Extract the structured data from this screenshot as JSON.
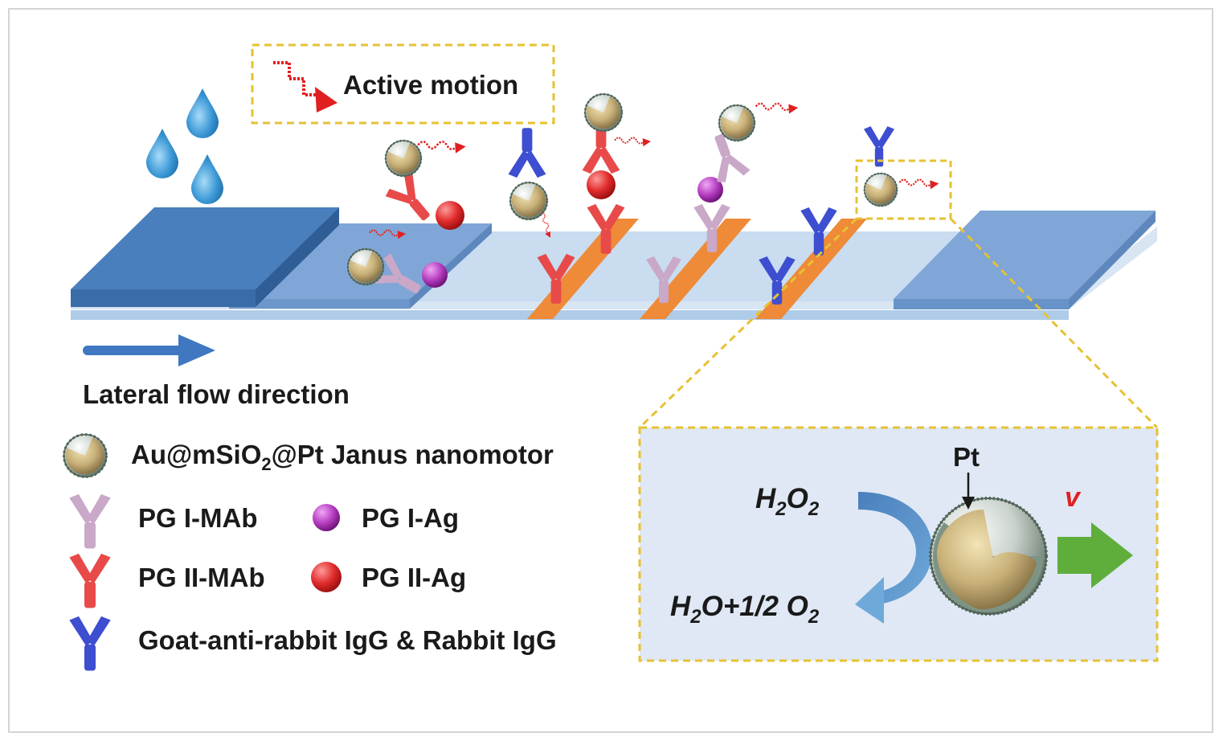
{
  "labels": {
    "active_motion": "Active motion",
    "flow_direction": "Lateral flow direction",
    "pt": "Pt",
    "velocity": "v"
  },
  "legend": {
    "nanomotor": {
      "prefix": "Au@mSiO",
      "sub": "2",
      "suffix": "@Pt Janus nanomotor"
    },
    "pg1_mab": "PG I-MAb",
    "pg1_ag": "PG I-Ag",
    "pg2_mab": "PG II-MAb",
    "pg2_ag": "PG II-Ag",
    "igg": "Goat-anti-rabbit IgG & Rabbit IgG"
  },
  "reaction": {
    "reactant": {
      "a": "H",
      "b": "2",
      "c": "O",
      "d": "2"
    },
    "product": {
      "a": "H",
      "b": "2",
      "c": "O+1/2 O",
      "d": "2"
    }
  },
  "colors": {
    "pad_dark": "#4a7fbd",
    "pad_light": "#7fa6d6",
    "membrane": "#c9dcf0",
    "test_line": "#ee8a38",
    "pg1_color": "#c9a8c8",
    "pg2_color": "#e84a4a",
    "igg_color": "#3e4ed0",
    "pg1_ag_color": "#b43cc0",
    "pg2_ag_color": "#d81f1f",
    "dashed_box": "#e6c233",
    "arrow_red": "#e02020",
    "arrow_green": "#5fae3c",
    "water_drop": "#2d86c8"
  }
}
